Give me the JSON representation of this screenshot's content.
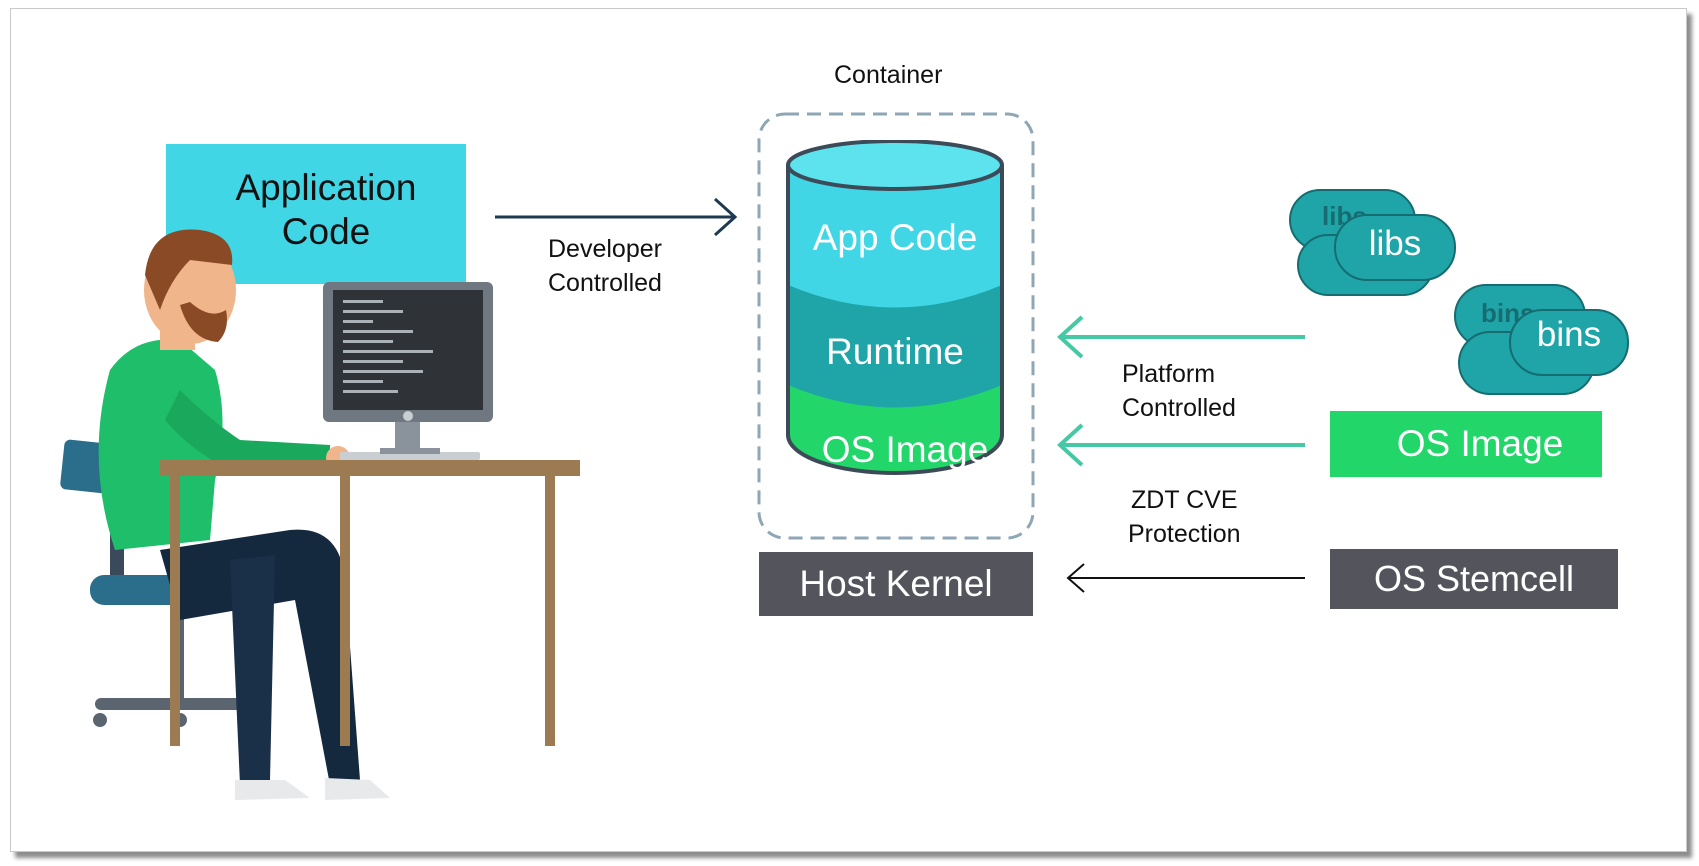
{
  "container_label": "Container",
  "app_code_box": "Application Code",
  "developer_label": [
    "Developer",
    "Controlled"
  ],
  "layers": {
    "app_code": "App Code",
    "runtime": "Runtime",
    "os_image": "OS Image"
  },
  "host_kernel": "Host Kernel",
  "libs": {
    "back_label": "libs",
    "front_label": "libs"
  },
  "bins": {
    "back_label": "bins",
    "front_label": "bins"
  },
  "platform_label": [
    "Platform",
    "Controlled"
  ],
  "os_image_box": "OS Image",
  "zdt_label": [
    "ZDT CVE",
    "Protection"
  ],
  "os_stemcell": "OS Stemcell",
  "colors": {
    "cyan": "#40d6e6",
    "teal": "#1fa4a8",
    "green": "#22d66a",
    "dark_gray": "#54555c",
    "navy": "#1e3a52",
    "arrow_green": "#45c9a4"
  }
}
